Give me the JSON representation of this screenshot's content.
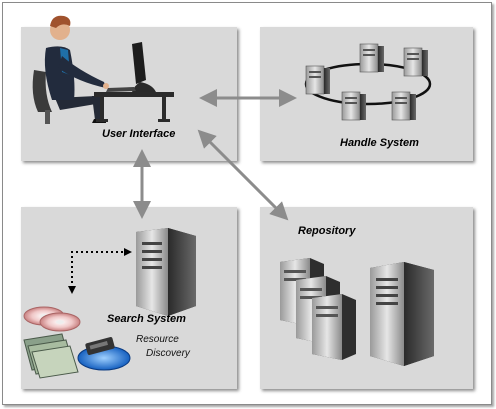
{
  "components": {
    "user_interface": {
      "label": "User Interface"
    },
    "handle_system": {
      "label": "Handle System"
    },
    "search_system": {
      "label": "Search System",
      "sublabel_line1": "Resource",
      "sublabel_line2": "Discovery"
    },
    "repository": {
      "label": "Repository"
    }
  },
  "colors": {
    "panel": "#d9d9d9",
    "arrow": "#8c8c8c",
    "server_dark": "#3a3a3a",
    "shirt": "#1f6fa8"
  },
  "icons": [
    "person-at-computer-icon",
    "server-ring-icon",
    "server-tower-icon",
    "server-rack-icon",
    "cd-stack-icon",
    "folder-stack-icon",
    "disk-drive-icon"
  ]
}
